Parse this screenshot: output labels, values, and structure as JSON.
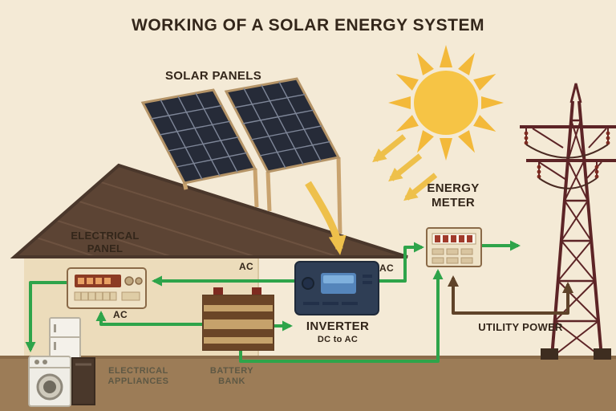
{
  "title": "WORKING OF A SOLAR ENERGY SYSTEM",
  "labels": {
    "solar_panels": "SOLAR PANELS",
    "energy_meter": "ENERGY\nMETER",
    "electrical_panel": "ELECTRICAL\nPANEL",
    "inverter": "INVERTER",
    "inverter_sub": "DC to AC",
    "battery_bank": "BATTERY\nBANK",
    "electrical_appliances": "ELECTRICAL\nAPPLIANCES",
    "utility_power": "UTILITY POWER",
    "ac": "AC"
  },
  "icons": {
    "sun": "sun-icon",
    "solar_panels": "solar-panel-icon",
    "tower": "transmission-tower-icon",
    "house": "house-icon",
    "inverter": "inverter-device-icon",
    "battery": "battery-bank-icon",
    "meter": "energy-meter-icon",
    "panel": "electrical-panel-icon",
    "appliances": "appliances-icon"
  },
  "colors": {
    "background": "#f4ead6",
    "ground": "#9c7c57",
    "ground_edge": "#8a6b49",
    "roof": "#5c4434",
    "wall": "#ecdcbb",
    "panel_cell": "#262b38",
    "panel_frame": "#c9a36f",
    "sun": "#f6c445",
    "sun_arrow": "#eec04b",
    "ac_wire": "#2ea44a",
    "utility_wire": "#5f4329",
    "tower": "#5d2426",
    "inverter_body": "#2f3e55",
    "battery_body": "#c6a26b",
    "text_dark": "#33261a",
    "text_muted": "#5e5844"
  }
}
